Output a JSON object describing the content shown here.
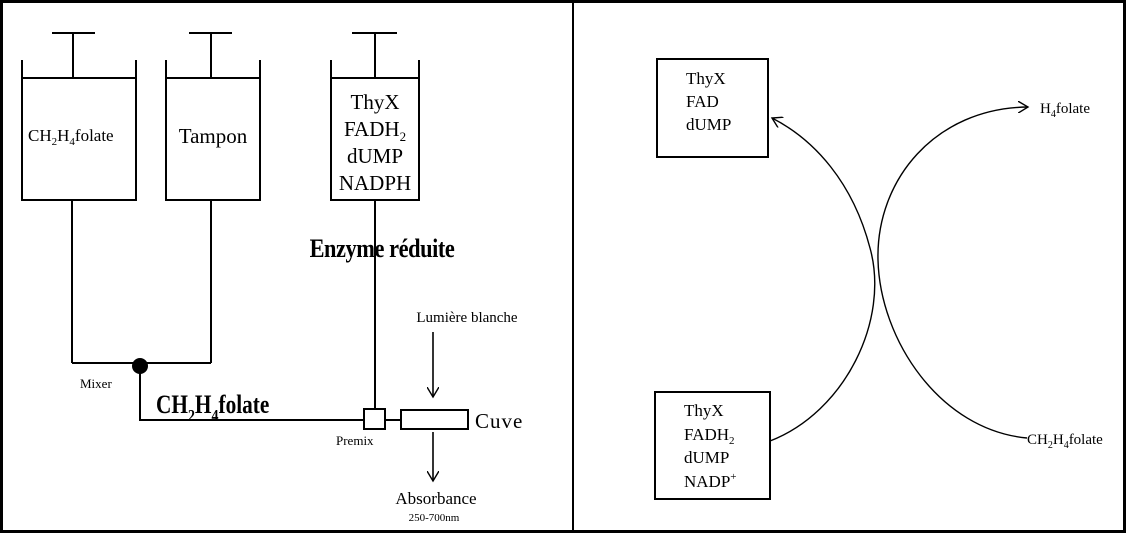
{
  "left_panel": {
    "syringes": [
      {
        "label_main": "CH",
        "sub1": "2",
        "mid": "H",
        "sub2": "4",
        "tail": "folate"
      },
      {
        "label": "Tampon"
      },
      {
        "lines": [
          "ThyX",
          "FADH",
          "dUMP",
          "NADPH"
        ],
        "fadh_sub": "2"
      }
    ],
    "enzyme_label": "Enzyme réduite",
    "light_label": "Lumière blanche",
    "mixer_label": "Mixer",
    "premix_label": "Premix",
    "cuve_label": "Cuve",
    "folate_flow": {
      "a": "CH",
      "s1": "2",
      "b": "H",
      "s2": "4",
      "c": "folate"
    },
    "absorbance_label": "Absorbance",
    "wavelength_label": "250-700nm"
  },
  "right_panel": {
    "top_box": [
      "ThyX",
      "FAD",
      "dUMP"
    ],
    "bottom_box": [
      "ThyX",
      "FADH",
      "dUMP",
      "NADP"
    ],
    "bottom_box_fadh_sub": "2",
    "bottom_box_nadp_sup": "+",
    "h4folate": {
      "a": "H",
      "s": "4",
      "b": "folate"
    },
    "ch2h4folate": {
      "a": "CH",
      "s1": "2",
      "b": "H",
      "s2": "4",
      "c": "folate"
    }
  },
  "colors": {
    "ink": "#000000",
    "background": "#ffffff"
  }
}
